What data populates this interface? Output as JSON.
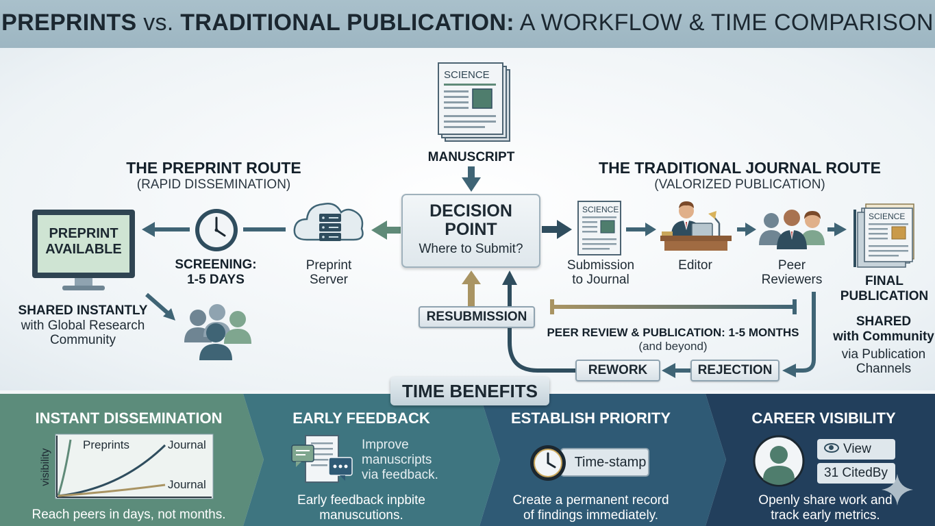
{
  "header": {
    "title_part1": "PREPRINTS",
    "title_part2": "vs.",
    "title_part3": "TRADITIONAL PUBLICATION:",
    "title_part4": "A WORKFLOW & TIME COMPARISON"
  },
  "manuscript": {
    "doc_label": "SCIENCE",
    "label": "MANUSCRIPT"
  },
  "decision": {
    "title_line1": "DECISION",
    "title_line2": "POINT",
    "question": "Where to Submit?"
  },
  "preprint_route": {
    "title": "THE PREPRINT ROUTE",
    "subtitle": "(RAPID DISSEMINATION)",
    "server_label_line1": "Preprint",
    "server_label_line2": "Server",
    "screening_line1": "SCREENING:",
    "screening_line2": "1-5 DAYS",
    "monitor_text_line1": "PREPRINT",
    "monitor_text_line2": "AVAILABLE",
    "shared_title": "SHARED INSTANTLY",
    "shared_line1": "with Global Research",
    "shared_line2": "Community"
  },
  "journal_route": {
    "title": "THE TRADITIONAL JOURNAL ROUTE",
    "subtitle": "(VALORIZED PUBLICATION)",
    "submission_doc_label": "SCIENCE",
    "submission_line1": "Submission",
    "submission_line2": "to Journal",
    "editor_label": "Editor",
    "reviewers_line1": "Peer",
    "reviewers_line2": "Reviewers",
    "final_doc_label": "SCIENCE",
    "final_line1": "FINAL",
    "final_line2": "PUBLICATION",
    "shared_title_line1": "SHARED",
    "shared_title_line2": "with Community",
    "shared_line1": "via Publication",
    "shared_line2": "Channels",
    "timeline_line1": "PEER REVIEW & PUBLICATION: 1-5 MONTHS",
    "timeline_line2": "(and beyond)",
    "resubmission": "RESUBMISSION",
    "rework": "REWORK",
    "rejection": "REJECTION"
  },
  "time_benefits": {
    "title": "TIME BENEFITS",
    "panels": [
      {
        "title": "INSTANT DISSEMINATION",
        "caption": "Reach peers in days, not months."
      },
      {
        "title": "EARLY FEEDBACK",
        "body_line1": "Improve",
        "body_line2": "manuscripts",
        "body_line3": "via feedback.",
        "caption_line1": "Early feedback inpbite",
        "caption_line2": "manuscutions."
      },
      {
        "title": "ESTABLISH PRIORITY",
        "stamp": "Time-stamp",
        "caption_line1": "Create a permanent record",
        "caption_line2": "of findings immediately."
      },
      {
        "title": "CAREER VISIBILITY",
        "view": "View",
        "cited": "31 CitedBy",
        "caption_line1": "Openly share work and",
        "caption_line2": "track early metrics."
      }
    ]
  },
  "mini_chart": {
    "ylabel": "visibility",
    "series": [
      {
        "name": "Preprints"
      },
      {
        "name": "Journal"
      },
      {
        "name": "Journal"
      }
    ]
  },
  "colors": {
    "arrow_dark": "#2f4d5e",
    "arrow_green": "#5f8a78",
    "arrow_khaki": "#a99463",
    "panel1": "#5c8c7b",
    "panel2": "#3e7580",
    "panel3": "#2f5a75",
    "panel4": "#223f5c"
  }
}
